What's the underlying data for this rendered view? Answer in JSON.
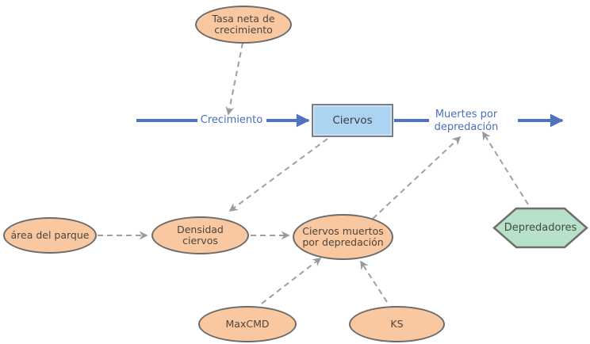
{
  "diagram": {
    "stock": {
      "label": "Ciervos"
    },
    "flows": {
      "inflow_label": "Crecimiento",
      "outflow_label": "Muertes por depredación"
    },
    "auxiliaries": {
      "tasa_neta": {
        "label": "Tasa neta de crecimiento"
      },
      "area_parque": {
        "label": "área del parque"
      },
      "densidad": {
        "label": "Densidad ciervos"
      },
      "ciervos_muertos": {
        "label": "Ciervos muertos por depredación"
      },
      "maxcmd": {
        "label": "MaxCMD"
      },
      "ks": {
        "label": "KS"
      }
    },
    "external": {
      "depredadores": {
        "label": "Depredadores"
      }
    },
    "colors": {
      "auxiliary_fill": "#f9c8a0",
      "auxiliary_border": "#6b6b6b",
      "stock_fill": "#abd4f3",
      "stock_border": "#75808b",
      "flow_blue": "#5073c0",
      "flow_text_blue": "#4a6fc0",
      "hexagon_fill": "#b7e1c9",
      "hexagon_border": "#6e6e6e",
      "connector_gray": "#a0a0a0",
      "node_text": "#4c443c"
    }
  }
}
